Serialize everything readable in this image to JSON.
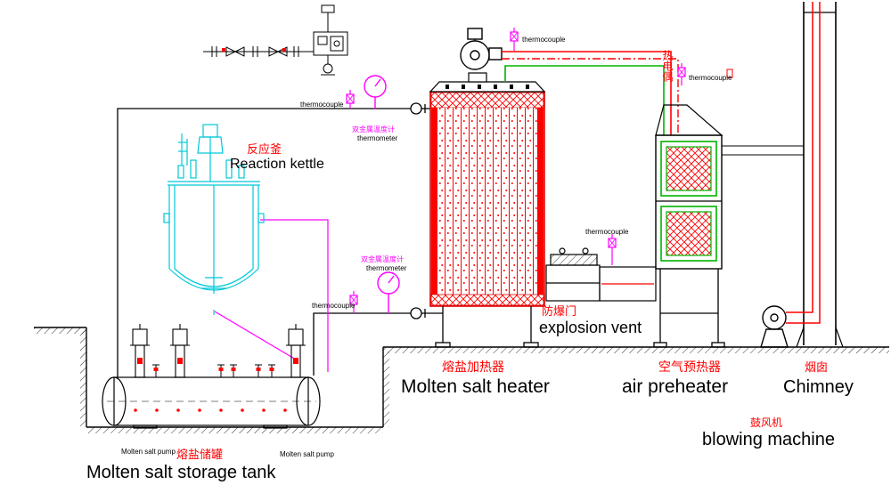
{
  "colors": {
    "background": "#ffffff",
    "pipe_red": "#ff0000",
    "pipe_green": "#00b400",
    "kettle_cyan": "#00c8d8",
    "instrument_magenta": "#ff00ff",
    "line_black": "#000000",
    "label_red": "#ff0000"
  },
  "equipment": {
    "reaction_kettle": {
      "cn": "反应釜",
      "en": "Reaction kettle"
    },
    "molten_salt_heater": {
      "cn": "熔盐加热器",
      "en": "Molten salt heater"
    },
    "explosion_vent": {
      "cn": "防爆门",
      "en": "explosion vent"
    },
    "air_preheater": {
      "cn": "空气预热器",
      "en": "air preheater"
    },
    "chimney": {
      "cn": "烟囱",
      "en": "Chimney"
    },
    "blowing_machine": {
      "cn": "鼓风机",
      "en": "blowing machine"
    },
    "storage_tank": {
      "cn": "熔盐储罐",
      "en": "Molten salt storage tank"
    },
    "pumps": [
      {
        "label": "Molten salt pump"
      },
      {
        "label": "Molten salt pump"
      }
    ],
    "thermocouple_group_cn": "热电偶"
  },
  "instruments": {
    "thermocouples": [
      {
        "label": "thermocouple"
      },
      {
        "label": "thermocouple"
      },
      {
        "label": "thermocouple"
      },
      {
        "label": "thermocouple"
      },
      {
        "label": "thermocouple"
      }
    ],
    "thermometers": [
      {
        "cn": "双金属温度计",
        "en": "thermometer"
      },
      {
        "cn": "双金属温度计",
        "en": "thermometer"
      }
    ]
  }
}
